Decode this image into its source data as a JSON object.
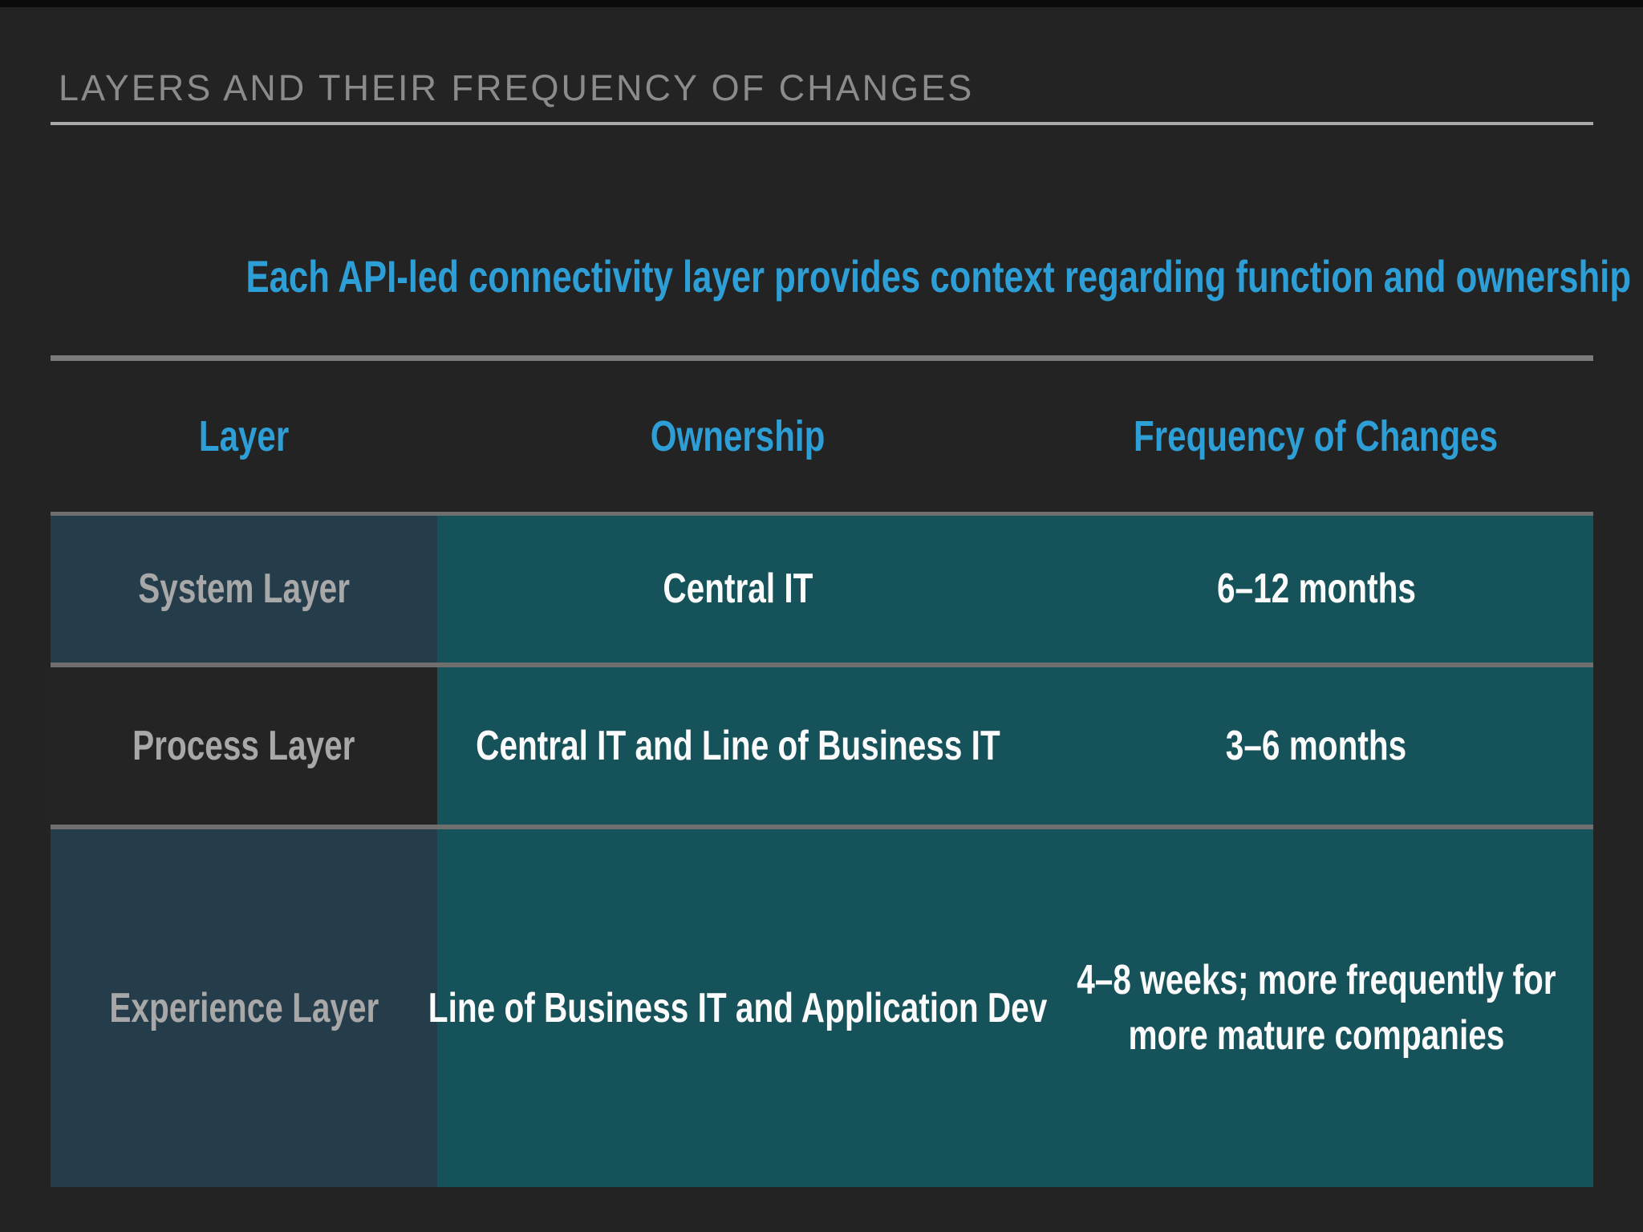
{
  "page": {
    "title": "LAYERS AND THEIR FREQUENCY OF CHANGES",
    "subtitle": "Each API-led connectivity layer provides context regarding function and ownership"
  },
  "table": {
    "columns": [
      "Layer",
      "Ownership",
      "Frequency of Changes"
    ],
    "rows": [
      {
        "layer": "System Layer",
        "ownership": "Central IT",
        "frequency": "6–12 months"
      },
      {
        "layer": "Process Layer",
        "ownership": "Central IT and Line of Business IT",
        "frequency": "3–6 months"
      },
      {
        "layer": "Experience Layer",
        "ownership": "Line of Business IT and Application Dev",
        "frequency": "4–8 weeks; more frequently for\nmore mature companies"
      }
    ]
  },
  "colors": {
    "background": "#232323",
    "accent_blue": "#2e9fd6",
    "cell_teal": "#16525a",
    "cell_slate": "#253c4a",
    "separator_gray": "#6f6f6f",
    "title_gray": "#8b8b8b",
    "layer_text_gray": "#a8a8a8",
    "cell_text_white": "#fbfbfb"
  }
}
